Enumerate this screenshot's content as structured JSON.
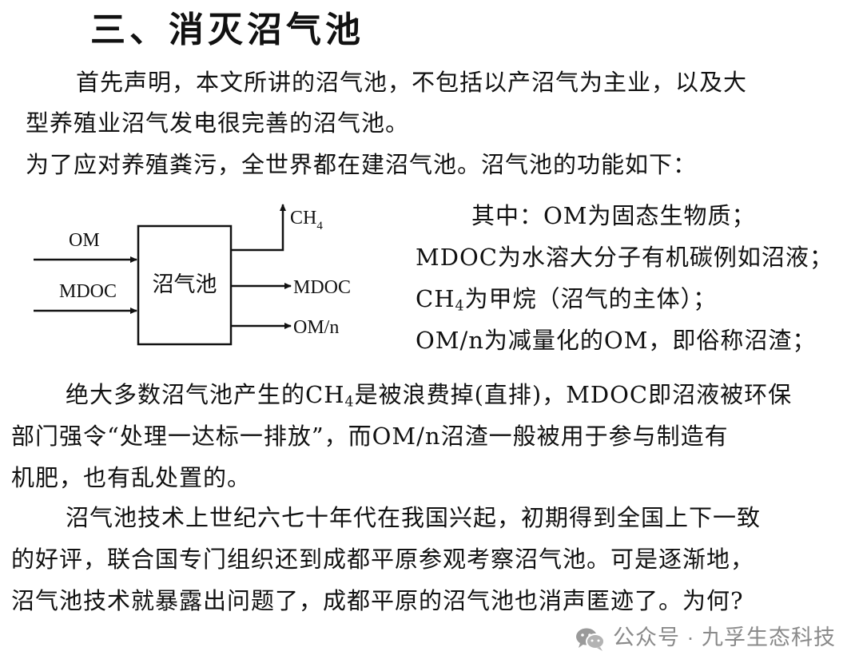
{
  "title": "三、消灭沼气池",
  "intro": {
    "line1": "首先声明，本文所讲的沼气池，不包括以产沼气为主业，以及大",
    "line2": "型养殖业沼气发电很完善的沼气池。",
    "line3": "为了应对养殖粪污，全世界都在建沼气池。沼气池的功能如下："
  },
  "diagram": {
    "box_label": "沼气池",
    "input_om": "OM",
    "input_mdoc": "MDOC",
    "output_ch4": "CH",
    "output_ch4_sub": "4",
    "output_mdoc": "MDOC",
    "output_omn": "OM/n"
  },
  "notes": {
    "line1": "其中：OM为固态生物质；",
    "line2": "MDOC为水溶大分子有机碳例如沼液；",
    "line3_pre": "CH",
    "line3_sub": "4",
    "line3_post": "为甲烷（沼气的主体）；",
    "line4": "OM/n为减量化的OM，即俗称沼渣；"
  },
  "para2": {
    "line1_pre": "绝大多数沼气池产生的CH",
    "line1_sub": "4",
    "line1_post": "是被浪费掉(直排)，MDOC即沼液被环保",
    "line2": "部门强令“处理一达标一排放”，而OM/n沼渣一般被用于参与制造有",
    "line3": "机肥，也有乱处置的。"
  },
  "para3": {
    "line1": "沼气池技术上世纪六七十年代在我国兴起，初期得到全国上下一致",
    "line2": "的好评，联合国专门组织还到成都平原参观考察沼气池。可是逐渐地，",
    "line3": "沼气池技术就暴露出问题了，成都平原的沼气池也消声匿迹了。为何?"
  },
  "watermark": {
    "icon": "wechat-icon",
    "text": "公众号 · 九孚生态科技"
  }
}
